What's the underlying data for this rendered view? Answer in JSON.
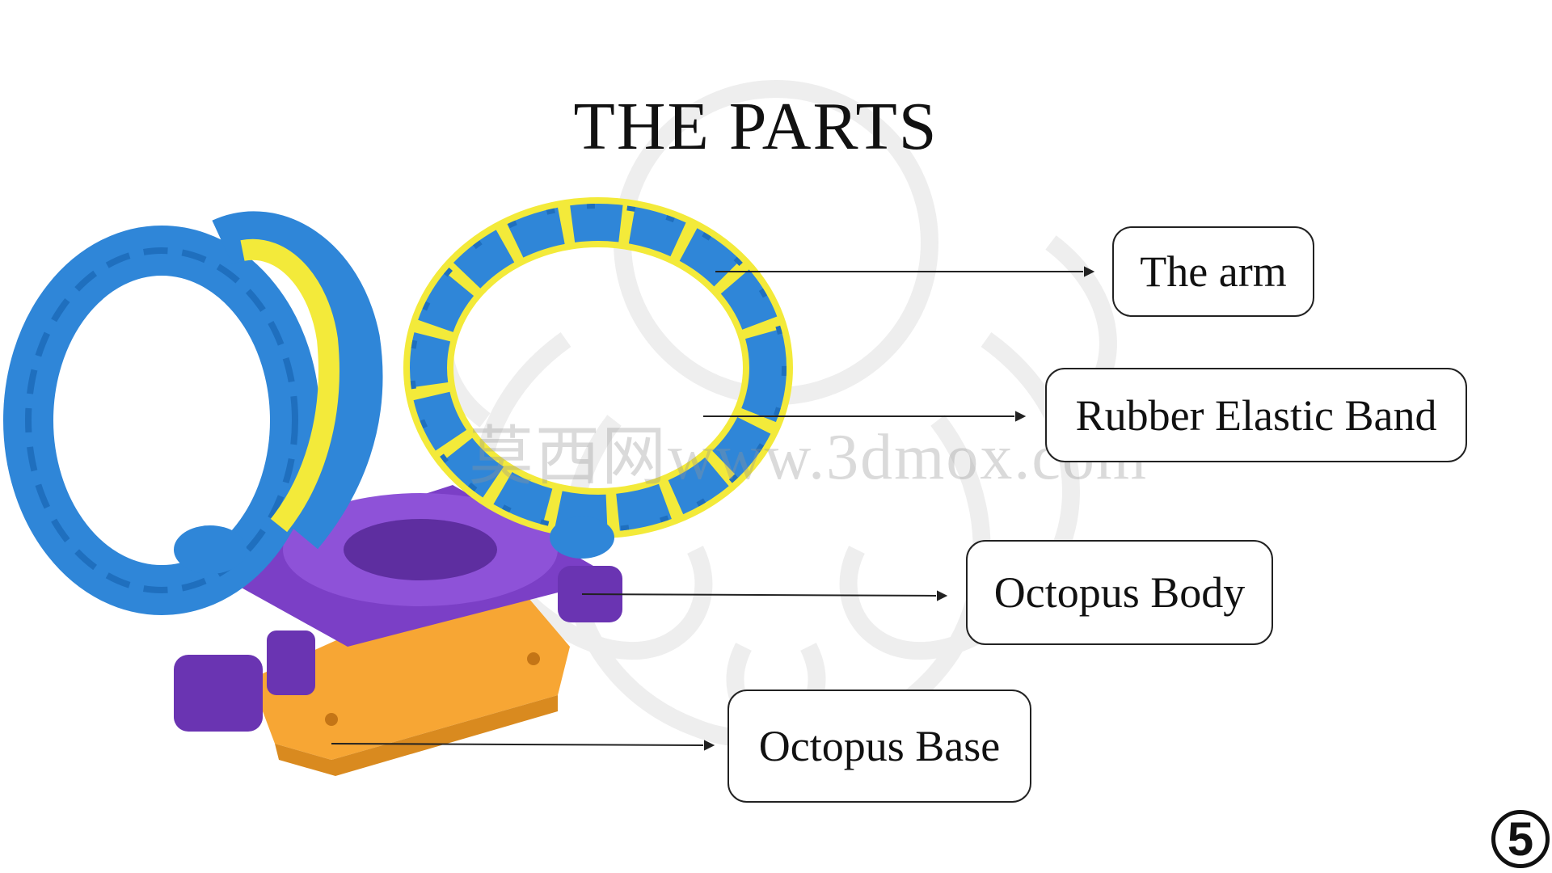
{
  "title": "THE PARTS",
  "labels": {
    "arm": "The arm",
    "band": "Rubber Elastic Band",
    "body": "Octopus Body",
    "base": "Octopus Base"
  },
  "watermark": "莫西网www.3dmox.com",
  "page_number": "5",
  "colors": {
    "arm_blue": "#2f86d8",
    "band_yellow": "#f3ea3a",
    "body_purple": "#7b3fc6",
    "base_orange": "#f7a634"
  }
}
